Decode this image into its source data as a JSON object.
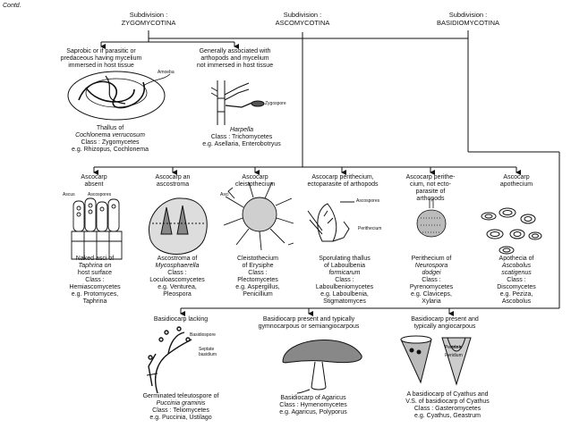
{
  "corner_label": "Contd.",
  "subdivisions": {
    "zygo": {
      "line1": "Subdivision :",
      "line2": "ZYGOMYCOTINA"
    },
    "asco": {
      "line1": "Subdivision :",
      "line2": "ASCOMYCOTINA"
    },
    "basidio": {
      "line1": "Subdivision :",
      "line2": "BASIDIOMYCOTINA"
    }
  },
  "zygo": {
    "left_desc": [
      "Saprobic or if parasitic or",
      "predaceous having mycelium",
      "immersed in host tissue"
    ],
    "right_desc": [
      "Generally associated with",
      "arthopods and mycelium",
      "not immersed in host tissue"
    ],
    "left_label_amoeba": "Amoeba",
    "right_label_zygospore": "Zygospore",
    "left_caption": [
      "Thallus of",
      "Cochlonema verrucosum",
      "Class : Zygomycetes",
      "e.g. Rhizopus, Cochlonema"
    ],
    "right_caption": [
      "Harpella",
      "Class : Trichomycetes",
      "e.g. Asellaria, Enterobotryus"
    ]
  },
  "asco": {
    "groups": [
      {
        "head": [
          "Ascocarp",
          "absent"
        ],
        "labels": [
          "Ascus",
          "Ascospores"
        ],
        "caption": [
          "Naked asci of",
          "Taphrina on",
          "host surface",
          "Class :",
          "Hemiascomycetes",
          "e.g. Protomyces,",
          "Taphrina"
        ]
      },
      {
        "head": [
          "Ascocarp an",
          "ascostroma"
        ],
        "labels": [],
        "caption": [
          "Ascostroma of",
          "Mycosphaerella",
          "Class :",
          "Loculoascomycetes",
          "e.g. Venturea,",
          "Pleospora"
        ]
      },
      {
        "head": [
          "Ascocarp",
          "cleistothecium"
        ],
        "labels": [
          "Asci"
        ],
        "caption": [
          "Cleistothecium",
          "of Erysiphe",
          "Class :",
          "Plectomycetes",
          "e.g. Aspergillus,",
          "Penicillium"
        ]
      },
      {
        "head": [
          "Ascocarp perithecium,",
          "ectoparasite of arthopods"
        ],
        "labels": [
          "Ascospores",
          "Perithecium"
        ],
        "caption": [
          "Sporulating thallus",
          "of Laboulbenia",
          "formicarum",
          "Class :",
          "Laboulbeniomycetes",
          "e.g. Laboulbenia,",
          "Stigmatomyces"
        ]
      },
      {
        "head": [
          "Ascocarp perithe-",
          "cium, not ecto-",
          "parasite of",
          "arthopods"
        ],
        "labels": [],
        "caption": [
          "Perithecium of",
          "Neurospora",
          "dodgei",
          "Class :",
          "Pyrenomycetes",
          "e.g. Claviceps,",
          "Xylaria"
        ]
      },
      {
        "head": [
          "Ascocarp",
          "apothecium"
        ],
        "labels": [],
        "caption": [
          "Apothecia of",
          "Ascobolus",
          "scatigenus",
          "Class :",
          "Discomycetes",
          "e.g. Peziza,",
          "Ascobolus"
        ]
      }
    ]
  },
  "basidio": {
    "groups": [
      {
        "head": [
          "Basidiocarp lacking"
        ],
        "labels": [
          "Basidiospore",
          "Septate",
          "basidium"
        ],
        "caption": [
          "Germinated teleutospore of",
          "Puccinia graminis",
          "Class : Teliomycetes",
          "e.g. Puccinia, Ustilago"
        ]
      },
      {
        "head": [
          "Basidiocarp present and typically",
          "gymnocarpous or semiangiocarpous"
        ],
        "labels": [],
        "caption": [
          "Basidiocarp of Agaricus",
          "Class : Hymenomycetes",
          "e.g. Agaricus, Polyporus"
        ]
      },
      {
        "head": [
          "Basidiocarp present and",
          "typically angiocarpous"
        ],
        "labels": [
          "Peridiole",
          "Peridium"
        ],
        "caption": [
          "A basidiocarp of Cyathus and",
          "V.S. of basidiocarp of Cyathus",
          "Class : Gasteromycetes",
          "e.g. Cyathus, Geastrum"
        ]
      }
    ]
  }
}
